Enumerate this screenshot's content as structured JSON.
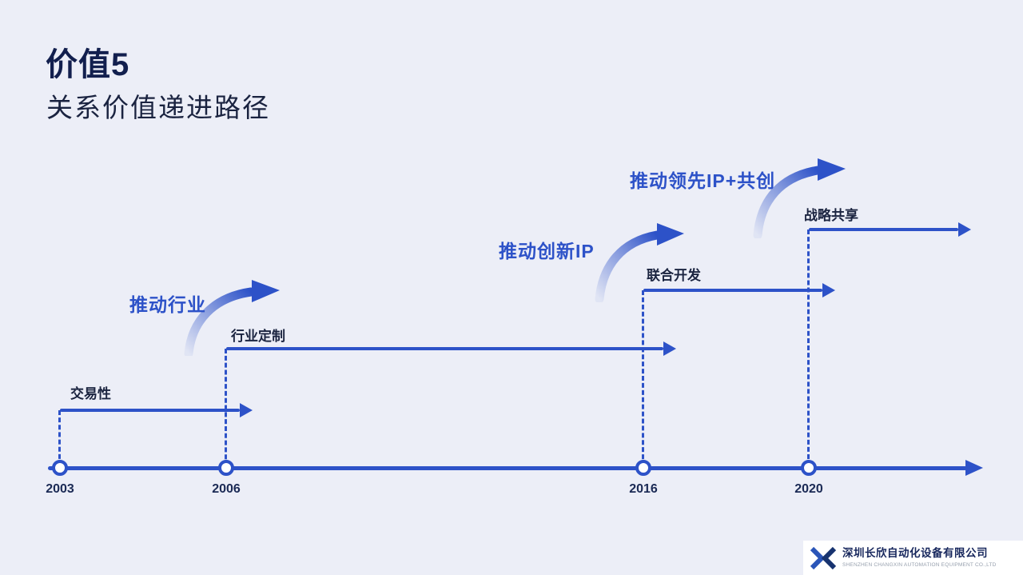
{
  "slide": {
    "title": "价值5",
    "subtitle": "关系价值递进路径"
  },
  "timeline": {
    "steps": [
      {
        "year": "2003",
        "label": "交易性"
      },
      {
        "year": "2006",
        "label": "行业定制",
        "driver": "推动行业"
      },
      {
        "year": "2016",
        "label": "联合开发",
        "driver": "推动创新IP"
      },
      {
        "year": "2020",
        "label": "战略共享",
        "driver": "推动领先IP+共创"
      }
    ]
  },
  "footer": {
    "company_cn": "深圳长欣自动化设备有限公司",
    "company_en": "SHENZHEN CHANGXIN AUTOMATION EQUIPMENT CO.,LTD"
  },
  "colors": {
    "background": "#eceef7",
    "accent": "#2d52c8",
    "title": "#121f4e",
    "label": "#1b2440"
  }
}
